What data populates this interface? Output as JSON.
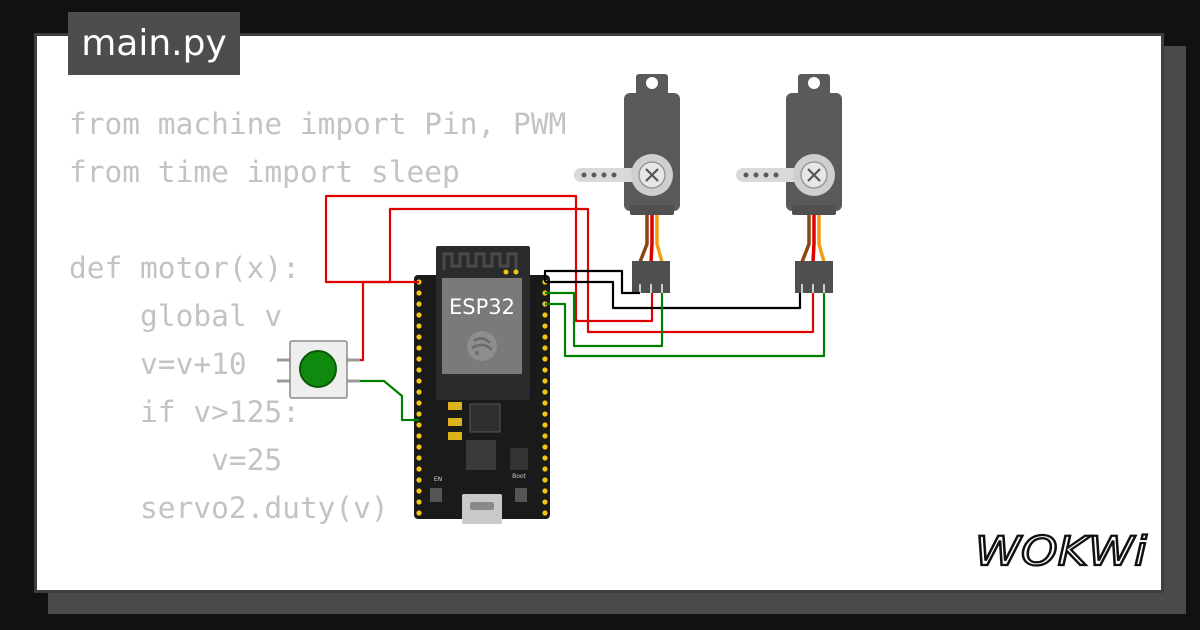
{
  "file_tab": {
    "label": "main.py"
  },
  "code_lines": [
    "from machine import Pin, PWM",
    "from time import sleep",
    "",
    "def motor(x):",
    "    global v",
    "    v=v+10",
    "    if v>125:",
    "        v=25",
    "    servo2.duty(v)"
  ],
  "board": {
    "chip_label": "ESP32",
    "boot_label": "Boot",
    "en_label": "EN"
  },
  "logo": {
    "text": "WOKWi"
  },
  "colors": {
    "background": "#111111",
    "card": "#ffffff",
    "tab": "#4d4d4d",
    "code_text": "#c3c3c3",
    "wire_power": "#e00000",
    "wire_ground": "#000000",
    "wire_signal": "#008000",
    "board": "#1a1a1a",
    "pin_header": "#f2c418",
    "button_cap": "#0f8a0f",
    "servo_body": "#5a5a5a"
  },
  "icons": [
    "wifi-antenna-icon",
    "espressif-logo-icon",
    "servo-screw-icon",
    "usb-port-icon"
  ]
}
